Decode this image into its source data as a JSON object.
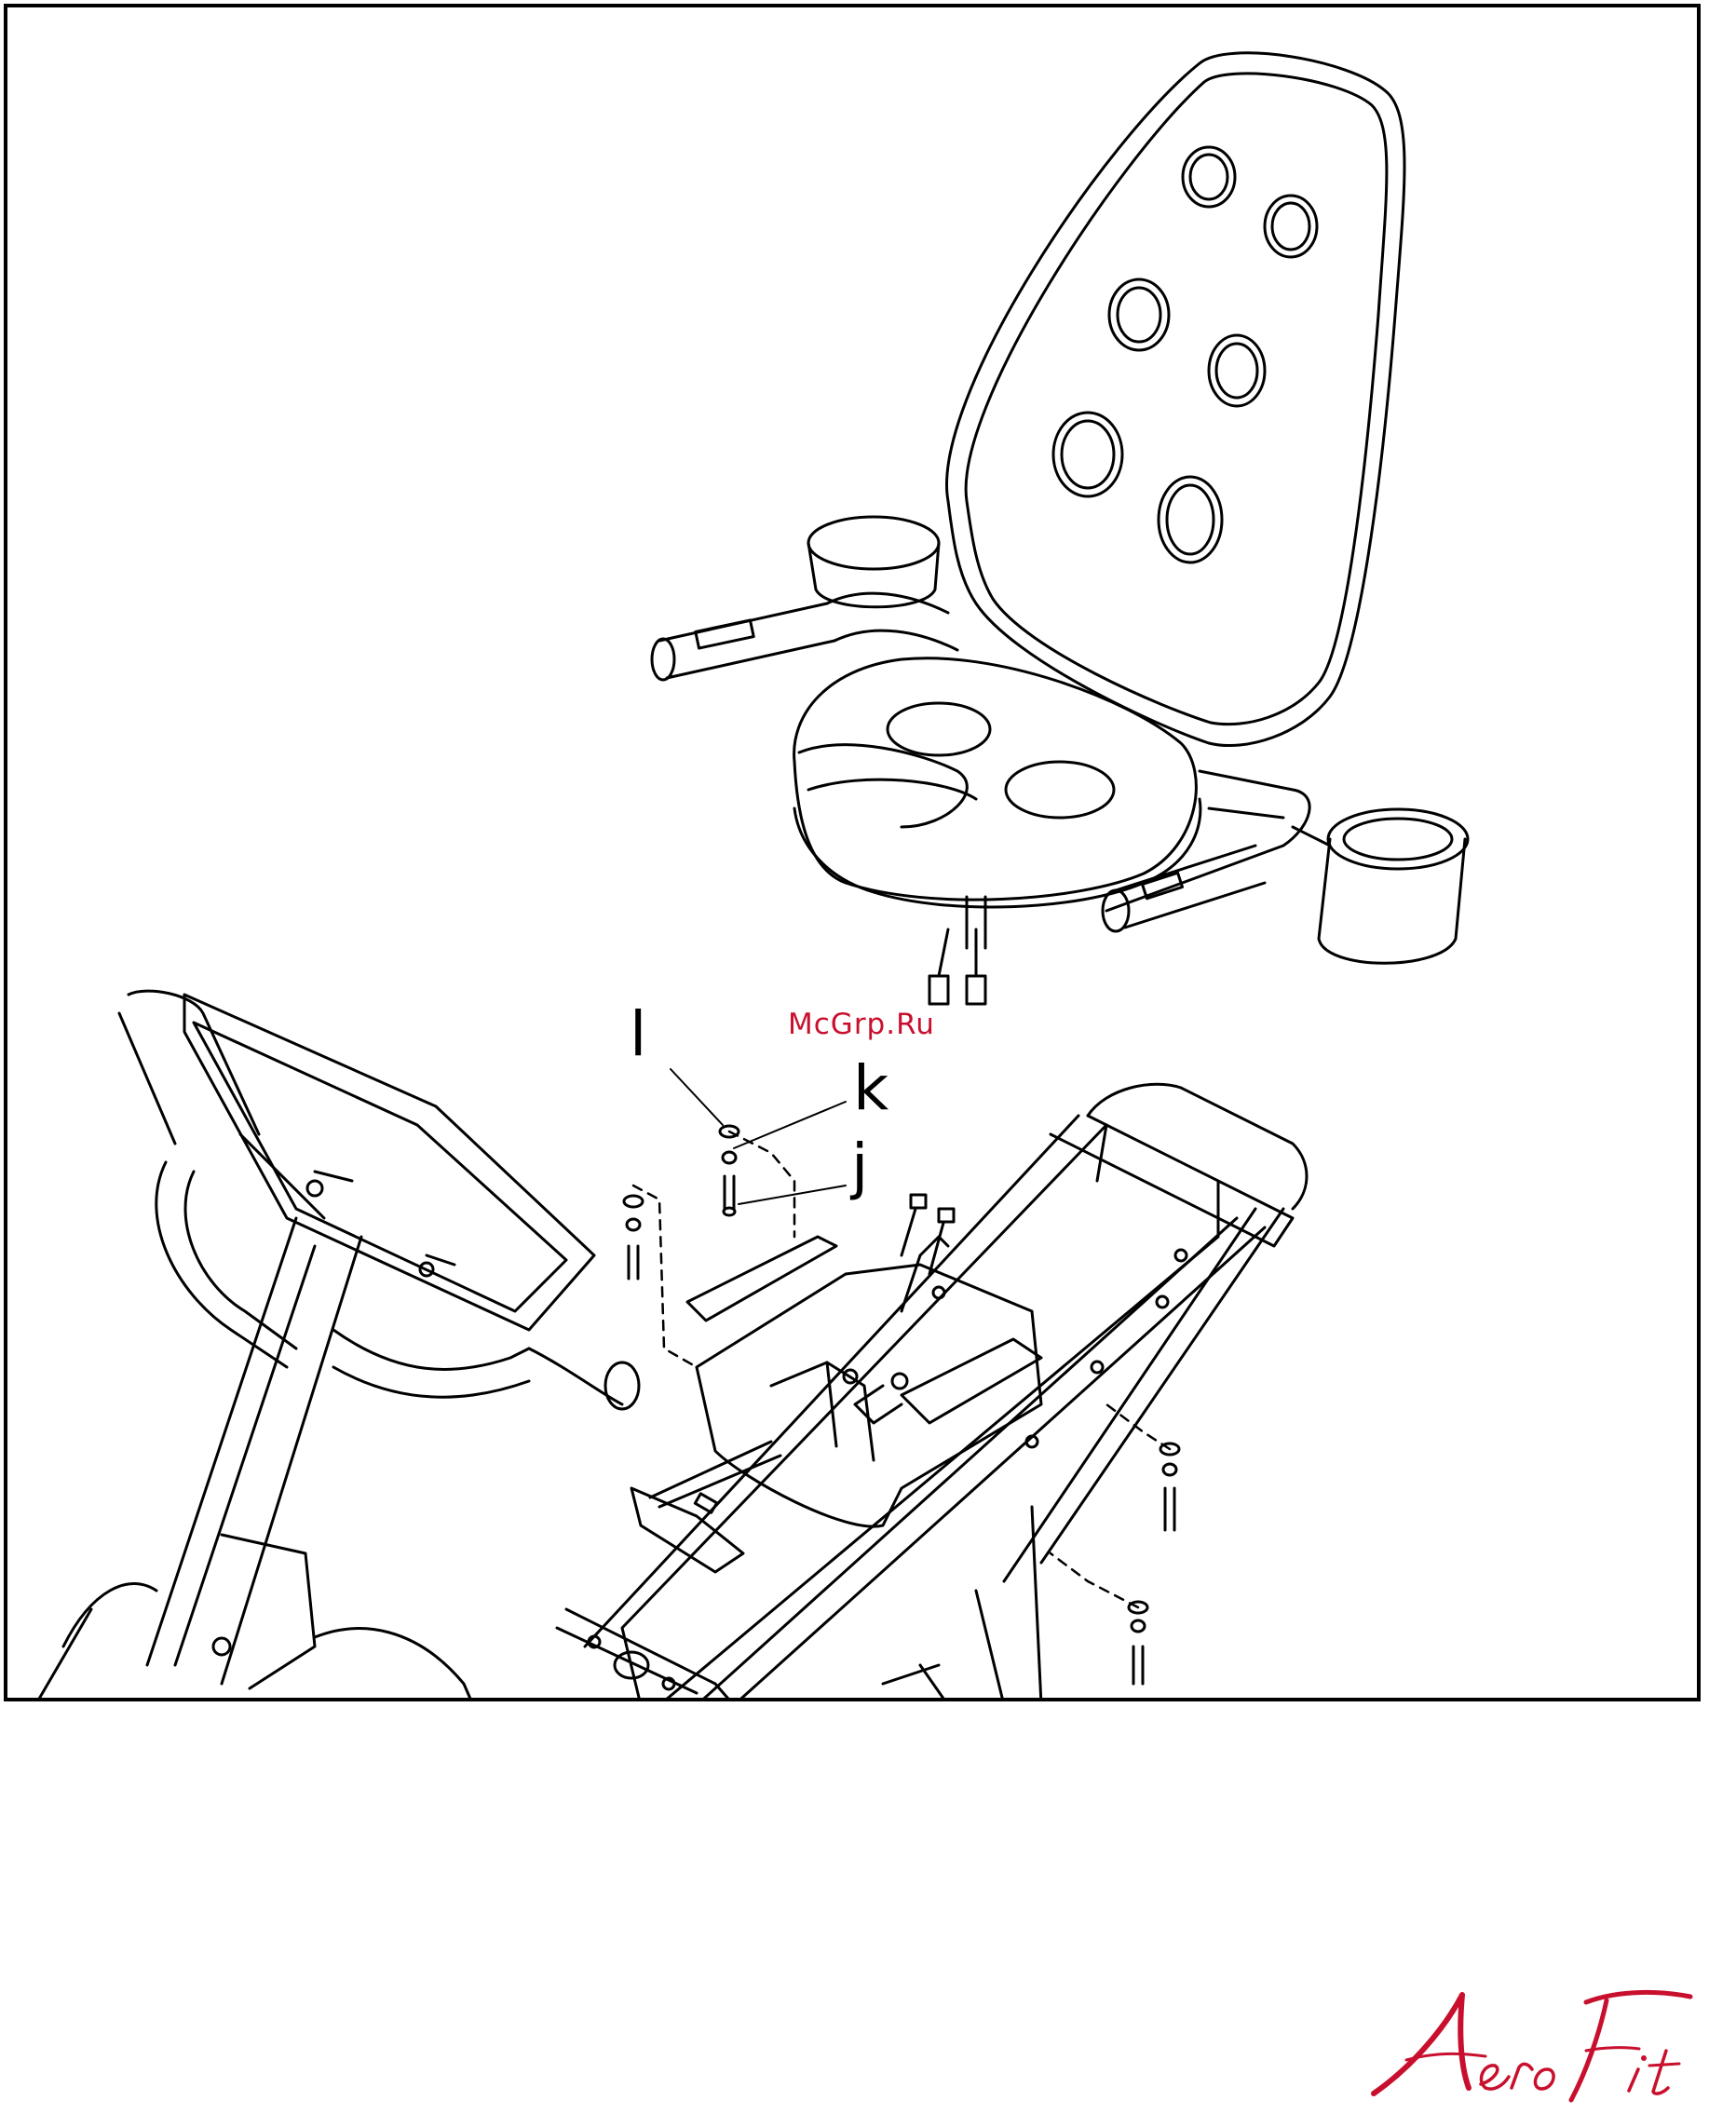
{
  "figure": {
    "callouts": {
      "l": "l",
      "k": "k",
      "j": "j"
    },
    "watermark": "McGrp.Ru"
  },
  "brand": {
    "logo_text": "AeroFit",
    "color": "#c8102e"
  }
}
